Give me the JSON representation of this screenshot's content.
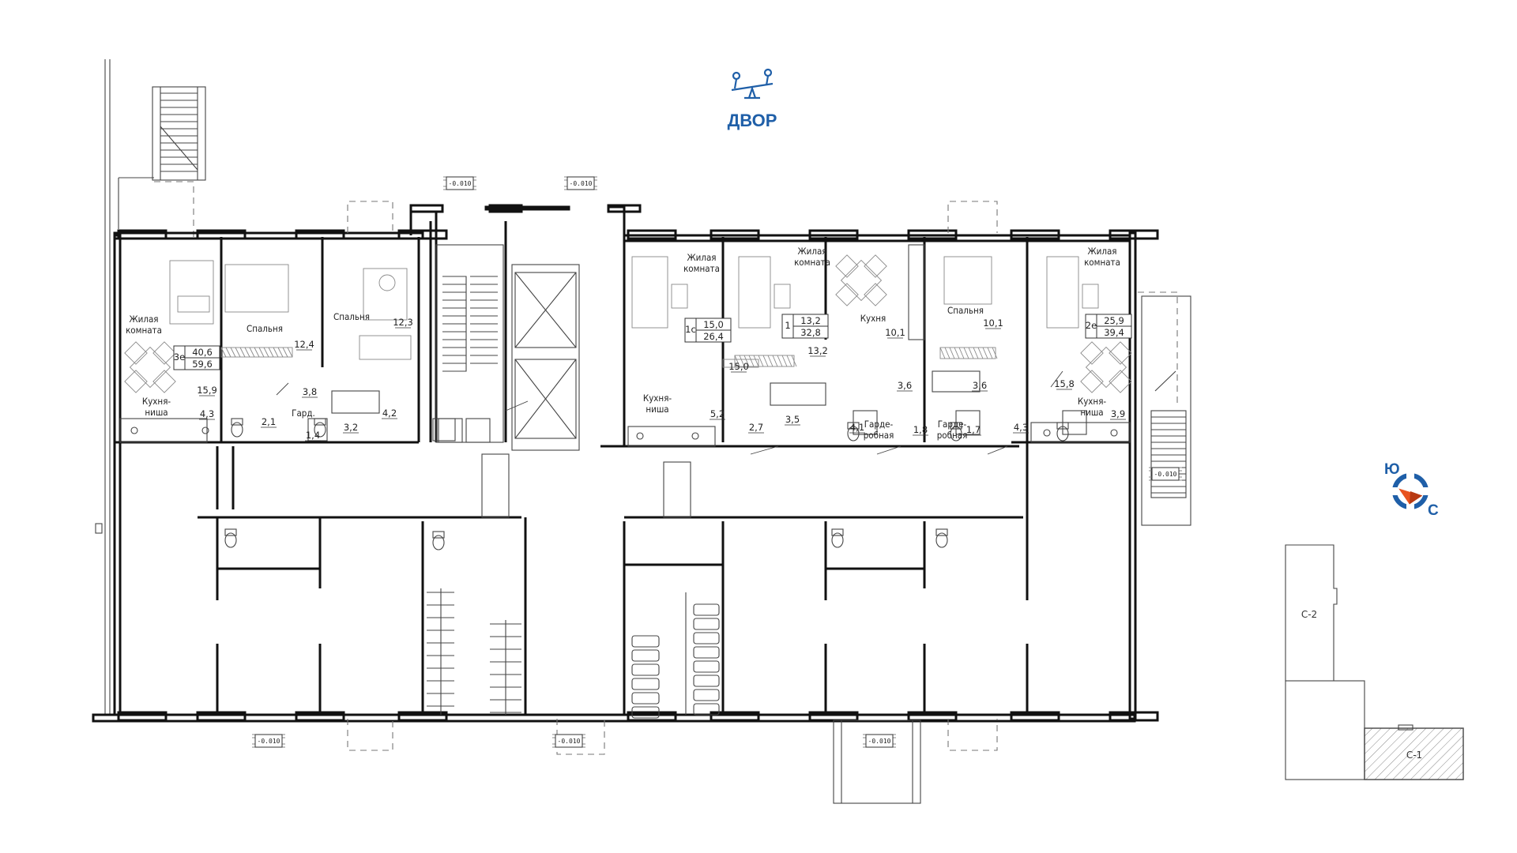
{
  "yard": {
    "label": "ДВОР",
    "icon": "playground-seesaw-icon"
  },
  "compass": {
    "south": "Ю",
    "north": "С",
    "icon": "compass-rotate-icon",
    "accent": "#1f5fa8",
    "needle": "#e8531f"
  },
  "elevation_mark": "-0.010",
  "apartments": [
    {
      "type": "3е",
      "living_area": "40,6",
      "total_area": "59,6"
    },
    {
      "type": "1с",
      "living_area": "15,0",
      "total_area": "26,4"
    },
    {
      "type": "1",
      "living_area": "13,2",
      "total_area": "32,8"
    },
    {
      "type": "2е",
      "living_area": "25,9",
      "total_area": "39,4"
    }
  ],
  "rooms": {
    "a1_living": {
      "name": "Жилая\nкомната",
      "area": "15,9"
    },
    "a1_bed1": {
      "name": "Спальня",
      "area": "12,4"
    },
    "a1_bed2": {
      "name": "Спальня",
      "area": "12,3"
    },
    "a1_kitchen": {
      "name": "Кухня-\nниша",
      "area": "4,3"
    },
    "a1_bath": {
      "area": "2,1"
    },
    "a1_hall": {
      "area": "3,8"
    },
    "a1_wardrobe": {
      "name": "Гард.",
      "area": "1,4"
    },
    "a1_corr": {
      "area": "3,2"
    },
    "a1_wc": {
      "area": "4,2"
    },
    "a2_living": {
      "name": "Жилая\nкомната",
      "area": "15,0"
    },
    "a2_kitchen": {
      "name": "Кухня-\nниша",
      "area": "5,2"
    },
    "a2_hall": {
      "area": "2,7"
    },
    "a2_bath": {
      "area": "3,5"
    },
    "a3_living": {
      "name": "Жилая\nкомната",
      "area": "13,2"
    },
    "a3_kitchen": {
      "name": "Кухня",
      "area": "10,1"
    },
    "a3_wardrobe": {
      "name": "Гарде-\nробная",
      "area": "1,8"
    },
    "a3_bath": {
      "area": "3,6"
    },
    "a3_hall": {
      "area": "4,1"
    },
    "a4_bed": {
      "name": "Спальня",
      "area": "10,1"
    },
    "a4_living": {
      "name": "Жилая\nкомната",
      "area": "15,8"
    },
    "a4_kitchen": {
      "name": "Кухня-\nниша",
      "area": "3,9"
    },
    "a4_wardrobe": {
      "name": "Гарде-\nробная",
      "area": "1,7"
    },
    "a4_bath": {
      "area": "3,6"
    },
    "a4_hall": {
      "area": "4,3"
    }
  },
  "key_plan": {
    "sections": [
      "С-2",
      "С-1"
    ]
  }
}
